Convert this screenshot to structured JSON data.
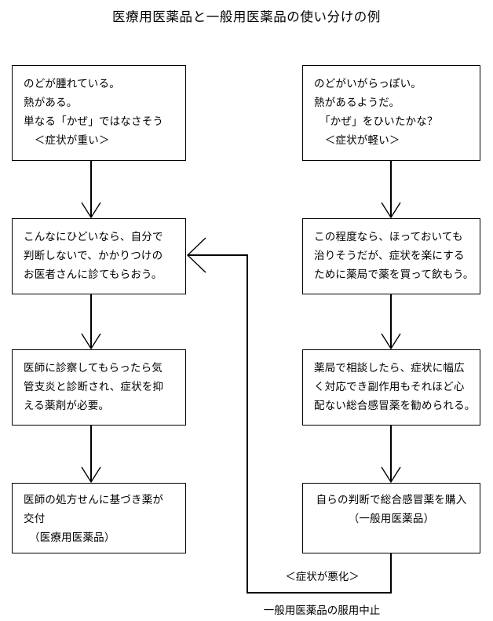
{
  "title": "医療用医薬品と一般用医薬品の使い分けの例",
  "nodes": {
    "sym_severe": {
      "line1": "のどが腫れている。",
      "line2": "熱がある。",
      "line3": "単なる「かぜ」ではなさそう",
      "line4": "　＜症状が重い＞"
    },
    "sym_mild": {
      "line1": "のどがいがらっぽい。",
      "line2": "熱があるようだ。",
      "line3": "　「かぜ」をひいたかな？",
      "line4": "　＜症状が軽い＞"
    },
    "see_doctor": {
      "line1": "こんなにひどいなら、自分で",
      "line2": "判断しないで、かかりつけの",
      "line3": "お医者さんに診てもらおう。"
    },
    "buy_otc": {
      "line1": "この程度なら、ほっておいても",
      "line2": "治りそうだが、症状を楽にする",
      "line3": "ために薬局で薬を買って飲もう。"
    },
    "diagnosis": {
      "line1": "医師に診察してもらったら気",
      "line2": "管支炎と診断され、症状を抑",
      "line3": "える薬剤が必要。"
    },
    "pharm_advice": {
      "line1": "薬局で相談したら、症状に幅広",
      "line2": "く対応でき副作用もそれほど心",
      "line3": "配ない総合感冒薬を勧められる。"
    },
    "rx_drug": {
      "line1": "医師の処方せんに基づき薬が",
      "line2": "交付",
      "line3": "　（医療用医薬品）"
    },
    "otc_drug": {
      "line1": "自らの判断で総合感冒薬を購入",
      "line2": "（一般用医薬品）",
      "line3": ""
    }
  },
  "labels": {
    "worsen": "＜症状が悪化＞",
    "stop_otc": "一般用医薬品の服用中止"
  },
  "colors": {
    "stroke": "#000000",
    "background": "#ffffff",
    "text": "#000000"
  }
}
